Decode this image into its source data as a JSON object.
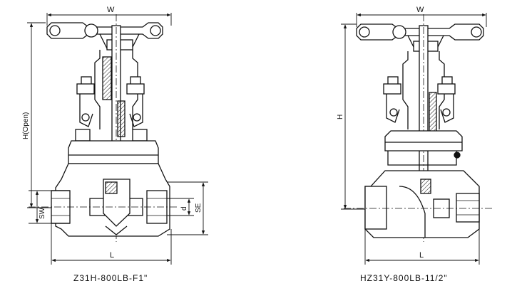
{
  "left_valve": {
    "caption": "Z31H-800LB-F1\"",
    "dims": {
      "w": "W",
      "h": "H(Open)",
      "l": "L",
      "sw": "SW",
      "d": "d",
      "se": "SE"
    }
  },
  "right_valve": {
    "caption": "HZ31Y-800LB-11/2\"",
    "dims": {
      "w": "W",
      "h": "H",
      "l": "L"
    }
  }
}
